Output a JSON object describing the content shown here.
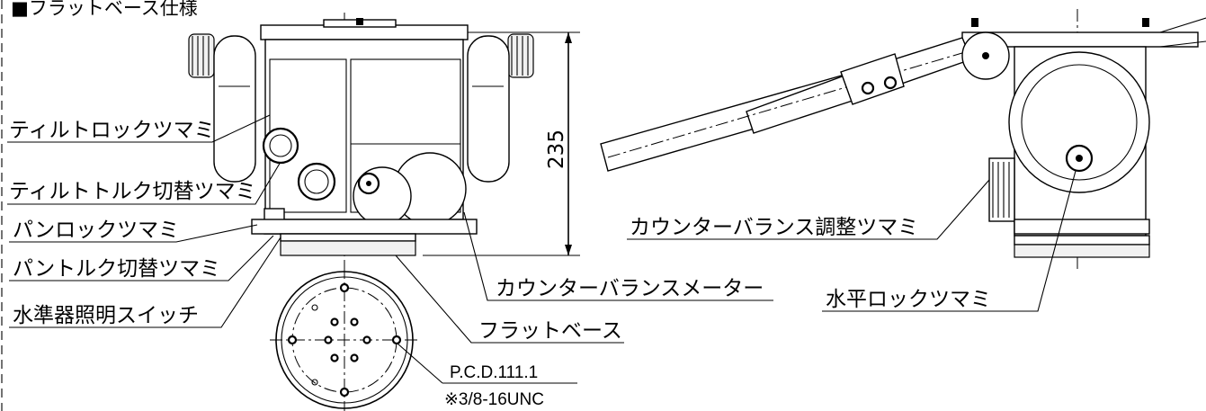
{
  "title": "■フラットベース仕様",
  "dimension": "235",
  "labels": {
    "tilt_lock": "ティルトロックツマミ",
    "tilt_torque": "ティルトトルク切替ツマミ",
    "pan_lock": "パンロックツマミ",
    "pan_torque": "パントルク切替ツマミ",
    "level_light": "水準器照明スイッチ",
    "counter_meter": "カウンターバランスメーター",
    "flat_base": "フラットベース",
    "counter_adjust": "カウンターバランス調整ツマミ",
    "horizontal_lock": "水平ロックツマミ"
  },
  "spec": {
    "pcd": "P.C.D.111.1",
    "thread": "※3/8-16UNC"
  },
  "colors": {
    "line": "#000000",
    "fill": "#ffffff",
    "shade": "#f1f1f1"
  }
}
